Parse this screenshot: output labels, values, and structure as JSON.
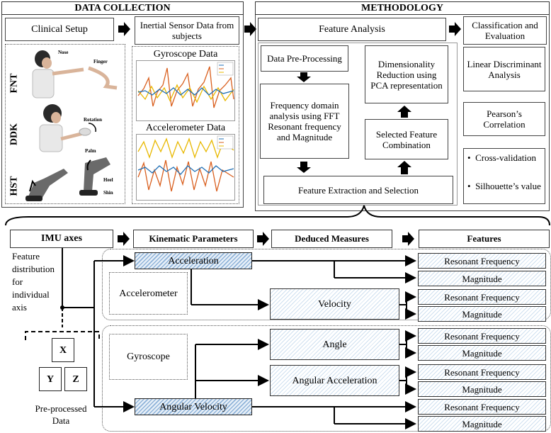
{
  "data_collection": {
    "title": "DATA COLLECTION",
    "clinical_setup": "Clinical Setup",
    "inertial_sensor": "Inertial Sensor Data from subjects",
    "gyroscope_data": "Gyroscope Data",
    "accelerometer_data": "Accelerometer Data",
    "tasks": [
      "FNT",
      "DDK",
      "HST"
    ],
    "photo_labels": {
      "nose": "Nose",
      "finger": "Finger",
      "rotation": "Rotation",
      "palm": "Palm",
      "heel": "Heel",
      "shin": "Shin"
    }
  },
  "methodology": {
    "title": "METHODOLOGY",
    "feature_analysis": "Feature Analysis",
    "classification": "Classification and Evaluation",
    "preprocessing": "Data Pre-Processing",
    "frequency": "Frequency domain analysis using FFT Resonant frequency and Magnitude",
    "dimensionality": "Dimensionality Reduction using PCA representation",
    "selected_feature": "Selected Feature Combination",
    "extraction": "Feature Extraction and Selection",
    "lda": "Linear Discriminant Analysis",
    "pearson": "Pearson’s Correlation",
    "bullets": [
      "Cross-validation",
      "Silhouette’s value"
    ]
  },
  "bottom": {
    "imu_axes": "IMU axes",
    "kinematic": "Kinematic Parameters",
    "deduced": "Deduced Measures",
    "features": "Features",
    "feature_distribution": "Feature distribution for individual axis",
    "axes": [
      "X",
      "Y",
      "Z"
    ],
    "preprocessed": "Pre-processed Data",
    "accelerometer": "Accelerometer",
    "gyroscope": "Gyroscope",
    "acceleration": "Acceleration",
    "angular_velocity": "Angular Velocity",
    "velocity": "Velocity",
    "angle": "Angle",
    "angular_acceleration": "Angular Acceleration",
    "resonant_frequency": "Resonant Frequency",
    "magnitude": "Magnitude"
  }
}
